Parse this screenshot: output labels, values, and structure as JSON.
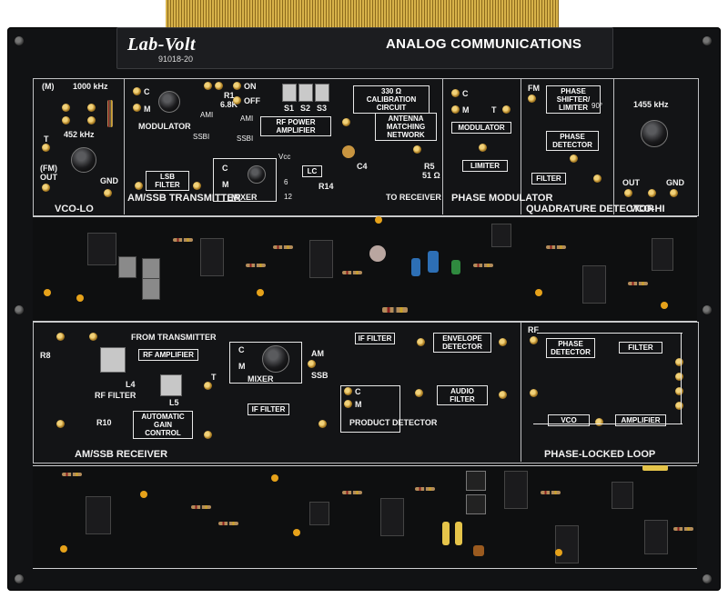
{
  "header": {
    "brand": "Lab-Volt",
    "model": "91018-20",
    "title": "ANALOG COMMUNICATIONS"
  },
  "vco_lo": {
    "section": "VCO-LO",
    "m": "(M)",
    "freq_top": "1000 kHz",
    "freq_mid": "452 kHz",
    "t": "T",
    "fm": "(FM)",
    "out": "OUT",
    "gnd": "GND"
  },
  "transmitter": {
    "section": "AM/SSB TRANSMITTER",
    "c": "C",
    "m": "M",
    "modulator": "MODULATOR",
    "r1": "R1",
    "r1_val": "6.8K",
    "on": "ON",
    "off": "OFF",
    "am1": "AMI",
    "am2": "AMI",
    "ssb1": "SSBI",
    "ssb2": "SSBI",
    "s1": "S1",
    "s2": "S2",
    "s3": "S3",
    "rf_amp": "RF POWER AMPLIFIER",
    "cal": "330 Ω CALIBRATION CIRCUIT",
    "antenna": "ANTENNA MATCHING NETWORK",
    "lsb": "LSB FILTER",
    "mixer": "MIXER",
    "vcc": "Vcc",
    "lc": "LC",
    "r14": "R14",
    "c4": "C4",
    "six": "6",
    "twelve": "12",
    "r5": "R5",
    "r5_val": "51 Ω",
    "to_receiver": "TO RECEIVER"
  },
  "phase_mod": {
    "section": "PHASE MODULATOR",
    "c": "C",
    "m": "M",
    "t": "T",
    "modulator": "MODULATOR",
    "limiter": "LIMITER"
  },
  "quad": {
    "section": "QUADRATURE DETECTOR",
    "fm": "FM",
    "shifter": "PHASE SHIFTER/ LIMITER",
    "deg": "90°",
    "detector": "PHASE DETECTOR",
    "filter": "FILTER"
  },
  "vco_hi": {
    "section": "VCO-HI",
    "freq": "1455 kHz",
    "out": "OUT",
    "gnd": "GND"
  },
  "receiver": {
    "section": "AM/SSB RECEIVER",
    "from_tx": "FROM TRANSMITTER",
    "r8": "R8",
    "rf_amp": "RF AMPLIFIER",
    "l4": "L4",
    "rf_filter": "RF FILTER",
    "l5": "L5",
    "t": "T",
    "c": "C",
    "m": "M",
    "mixer": "MIXER",
    "am": "AM",
    "ssb": "SSB",
    "if1": "IF FILTER",
    "envelope": "ENVELOPE DETECTOR",
    "r10": "R10",
    "agc": "AUTOMATIC GAIN CONTROL",
    "if2": "IF FILTER",
    "c2": "C",
    "m2": "M",
    "product": "PRODUCT DETECTOR",
    "audio": "AUDIO FILTER"
  },
  "pll": {
    "section": "PHASE-LOCKED LOOP",
    "rf": "RF",
    "detector": "PHASE DETECTOR",
    "filter": "FILTER",
    "vco": "VCO",
    "amplifier": "AMPLIFIER"
  }
}
